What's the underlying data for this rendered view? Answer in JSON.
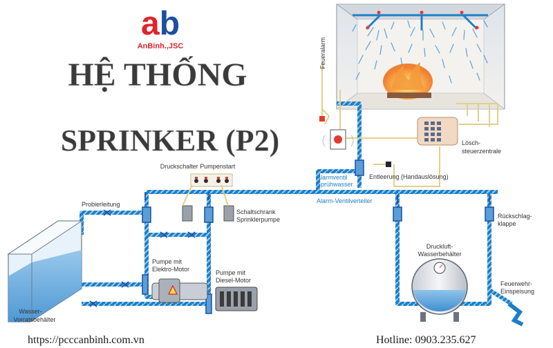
{
  "brand": {
    "logo_letters": "ab",
    "name": "AnBinh.,JSC"
  },
  "title": {
    "line1": "HỆ THỐNG",
    "line2": "SPRINKER (P2)"
  },
  "labels": {
    "druckschalter": "Druckschalter Pumpenstart",
    "feueralarm": "Feueralarm",
    "alarmventil": "Alarmventil",
    "spruhwasser": "Sprühwasser",
    "entleerung": "Entleerung (Handauslösung)",
    "alarm_ventilverteiler": "Alarm-Ventilverteiler",
    "losch_1": "Lösch-",
    "losch_2": "steuerzentrale",
    "probierleitung": "Probierleitung",
    "schaltschrank_1": "Schaltschrank",
    "schaltschrank_2": "Sprinklerpumpe",
    "pumpe_elektro_1": "Pumpe mit",
    "pumpe_elektro_2": "Elektro-Motor",
    "pumpe_diesel_1": "Pumpe mit",
    "pumpe_diesel_2": "Diesel-Motor",
    "wasser_1": "Wasser-",
    "wasser_2": "Vorratsbehälter",
    "ruckschlag_1": "Rückschlag-",
    "ruckschlag_2": "klappe",
    "druckluft_1": "Druckluft-",
    "druckluft_2": "Wasserbehälter",
    "feuerwehr_1": "Feuerwehr-",
    "feuerwehr_2": "Einspeisung"
  },
  "footer": {
    "website": "https://pcccanbinh.com.vn",
    "hotline": "Hotline: 0903.235.627"
  },
  "colors": {
    "pipe": "#1e7fc6",
    "logo_red": "#e0242b",
    "logo_blue": "#1b4fa0",
    "title_dark": "#3a3a3a"
  }
}
